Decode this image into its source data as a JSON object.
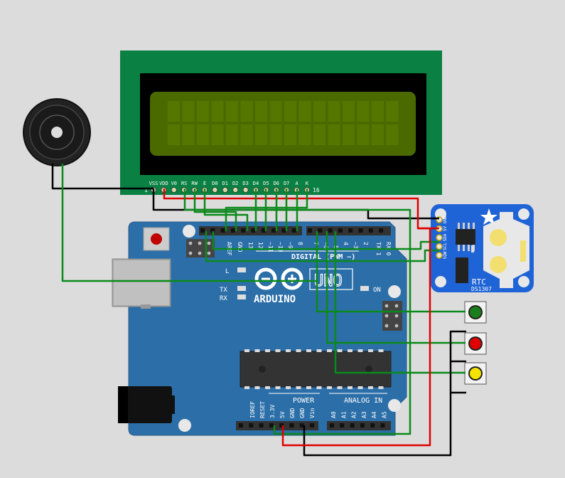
{
  "lcd": {
    "pins": [
      "VSS",
      "VDD",
      "V0",
      "RS",
      "RW",
      "E",
      "D0",
      "D1",
      "D2",
      "D3",
      "D4",
      "D5",
      "D6",
      "D7",
      "A",
      "K"
    ],
    "pin_first": "1",
    "pin_last": "16"
  },
  "arduino": {
    "brand": "ARDUINO",
    "model": "UNO",
    "digital_label": "DIGITAL (PWM ~)",
    "power_label": "POWER",
    "analog_label": "ANALOG IN",
    "on_label": "ON",
    "led_l": "L",
    "led_tx": "TX",
    "led_rx": "RX",
    "digital_pins": [
      "AREF",
      "GND",
      "13",
      "12",
      "~11",
      "~10",
      "~9",
      "8",
      "7",
      "~6",
      "~5",
      "4",
      "~3",
      "2",
      "TX 1",
      "RX 0"
    ],
    "power_pins": [
      "IOREF",
      "RESET",
      "3.3V",
      "5V",
      "GND",
      "GND",
      "Vin"
    ],
    "analog_pins": [
      "A0",
      "A1",
      "A2",
      "A3",
      "A4",
      "A5"
    ]
  },
  "rtc": {
    "title": "RTC",
    "chip": "DS1307",
    "pins": [
      "GND",
      "5V",
      "SDA",
      "SCL",
      "SQW"
    ]
  },
  "buttons": [
    {
      "name": "green-button",
      "color": "#1a7f1a"
    },
    {
      "name": "red-button",
      "color": "#e00000"
    },
    {
      "name": "yellow-button",
      "color": "#f5e200"
    }
  ],
  "colors": {
    "lcd_pcb": "#0a8043",
    "lcd_screen": "#4a6a00",
    "board": "#2c6fa8",
    "rtc_board": "#1f64d6",
    "wire_red": "#e00000",
    "wire_green": "#0a8a1a",
    "wire_black": "#000000"
  }
}
